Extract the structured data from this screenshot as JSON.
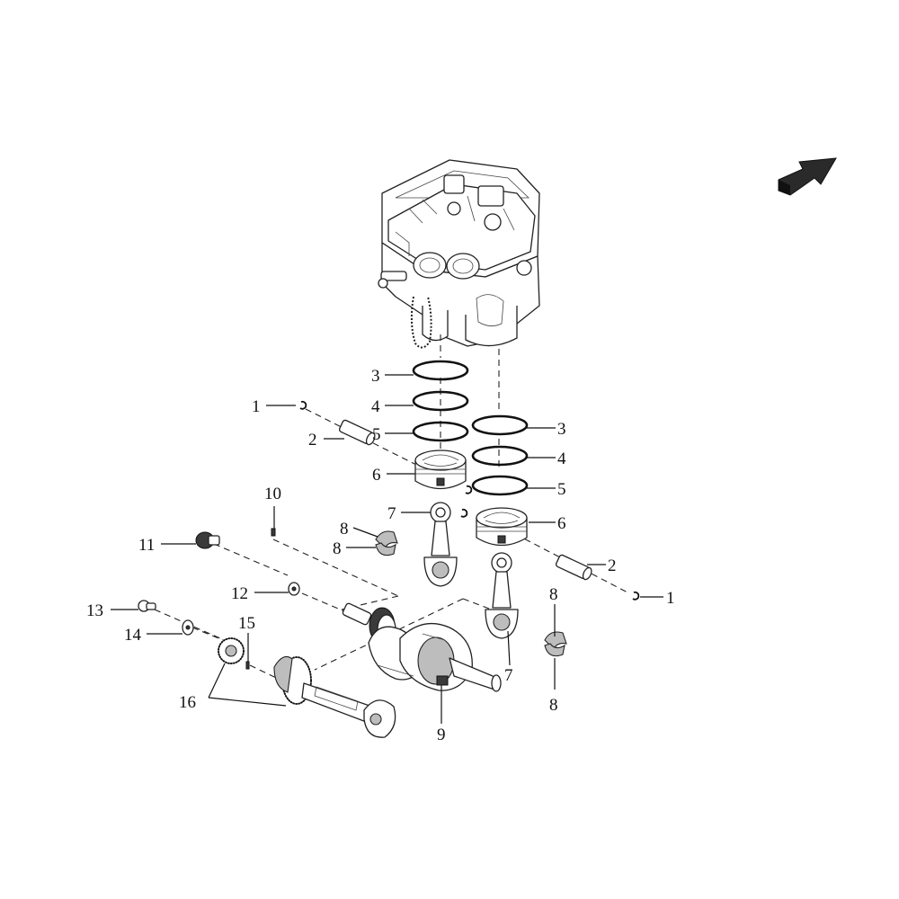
{
  "callouts": {
    "c1a": "1",
    "c1b": "1",
    "c2a": "2",
    "c2b": "2",
    "c3a": "3",
    "c3b": "3",
    "c4a": "4",
    "c4b": "4",
    "c5a": "5",
    "c5b": "5",
    "c6a": "6",
    "c6b": "6",
    "c7a": "7",
    "c7b": "7",
    "c8a": "8",
    "c8b": "8",
    "c8c": "8",
    "c8d": "8",
    "c9": "9",
    "c10": "10",
    "c11": "11",
    "c12": "12",
    "c13": "13",
    "c14": "14",
    "c15": "15",
    "c16": "16"
  },
  "icons": {
    "direction_arrow": "front-direction-arrow-icon"
  },
  "colors": {
    "line": "#111111",
    "arrow": "#222222"
  }
}
